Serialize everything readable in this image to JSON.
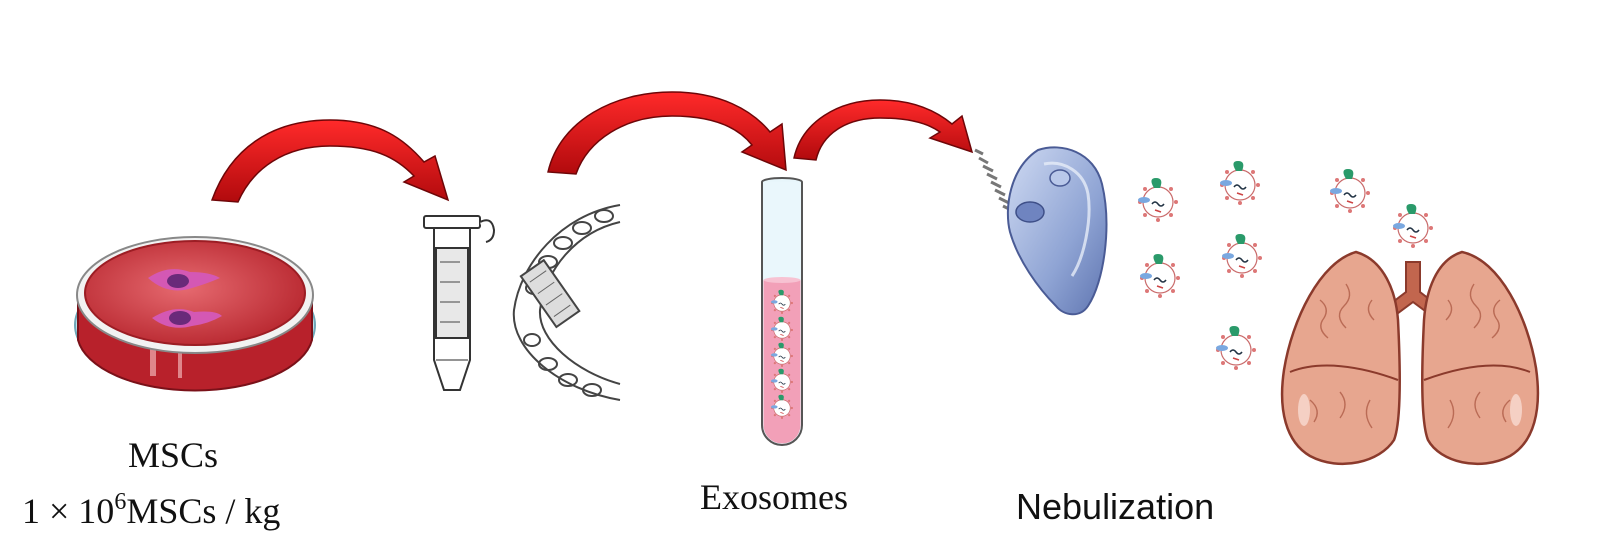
{
  "labels": {
    "mscs": "MSCs",
    "dose_prefix": "1 × 10",
    "dose_exponent": "6",
    "dose_suffix": "MSCs / kg",
    "exosomes": "Exosomes",
    "nebulization": "Nebulization"
  },
  "icons": [
    "petri-dish-icon",
    "curved-arrow-icon",
    "centrifuge-tube-icon",
    "centrifuge-rotor-icon",
    "test-tube-icon",
    "nebulizer-mask-icon",
    "exosome-particle-icon",
    "lungs-icon"
  ],
  "colors": {
    "arrow_red": "#d40d12",
    "arrow_dark": "#8a0a0c",
    "dish_red": "#c8303a",
    "dish_rim": "#a8d8e6",
    "cell_magenta": "#c04aa8",
    "tube_pink": "#f2a0b8",
    "mask_blue": "#a7b9de",
    "lung_fill": "#e8a894",
    "lung_stroke": "#8b3a2c"
  }
}
